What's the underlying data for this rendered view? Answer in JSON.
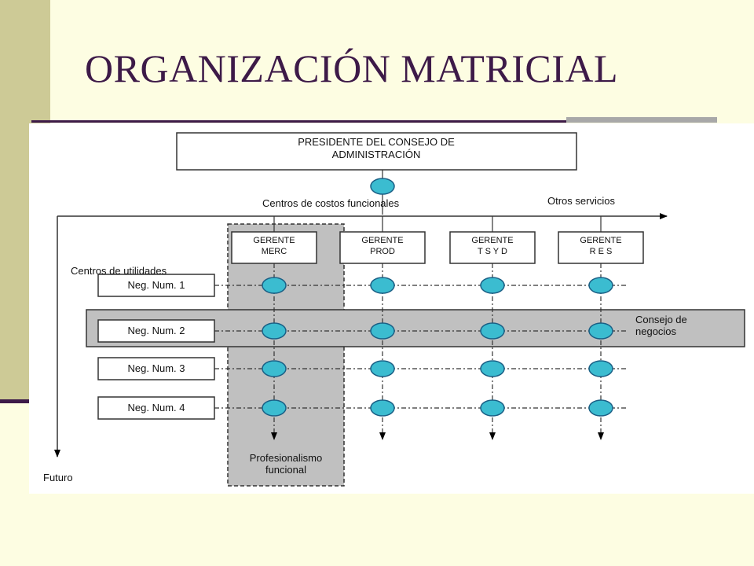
{
  "slide": {
    "title": "ORGANIZACIÓN MATRICIAL"
  },
  "diagram": {
    "president": [
      "PRESIDENTE DEL CONSEJO DE",
      "ADMINISTRACIÓN"
    ],
    "functional_axis_label": "Centros de costos funcionales",
    "other_services_label": "Otros servicios",
    "profit_centers_label": "Centros de utilidades",
    "future_label": "Futuro",
    "managers": [
      {
        "line1": "GERENTE",
        "line2": "MERC"
      },
      {
        "line1": "GERENTE",
        "line2": "PROD"
      },
      {
        "line1": "GERENTE",
        "line2": "T S Y D"
      },
      {
        "line1": "GERENTE",
        "line2": "R E S"
      }
    ],
    "businesses": [
      "Neg. Num. 1",
      "Neg. Num. 2",
      "Neg. Num. 3",
      "Neg. Num. 4"
    ],
    "board_label": [
      "Consejo de",
      "negocios"
    ],
    "professionalism_label": [
      "Profesionalismo",
      "funcional"
    ]
  },
  "colors": {
    "background": "#fdfde2",
    "left_bar": "#cdca96",
    "title": "#3d1a48",
    "node_fill": "#3bbcd0",
    "node_stroke": "#1a5f85",
    "shaded_band": "#c0c0c0"
  }
}
